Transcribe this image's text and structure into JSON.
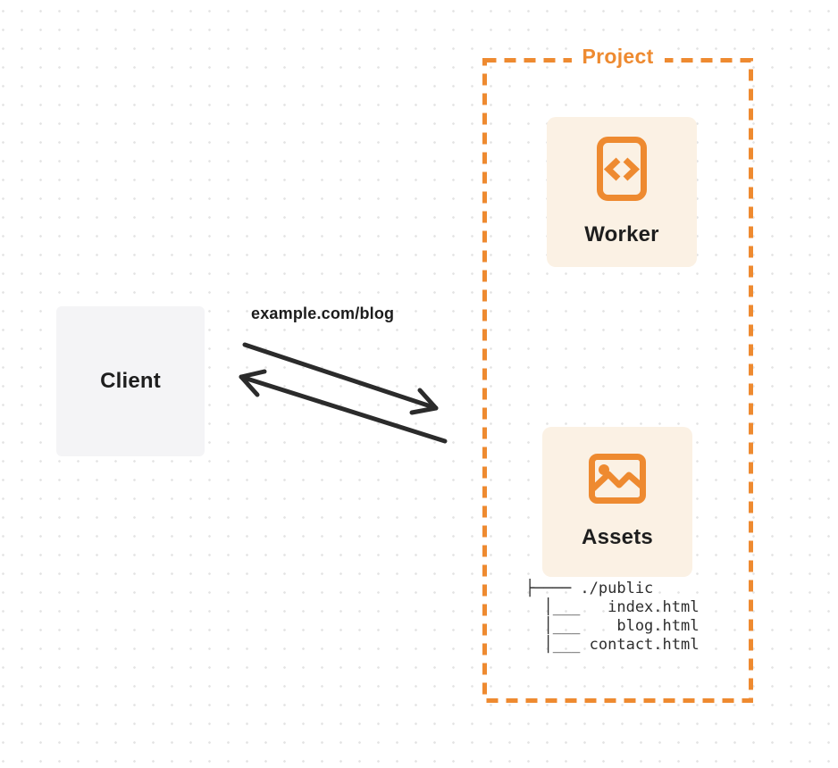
{
  "diagram": {
    "client": {
      "label": "Client"
    },
    "request_url": "example.com/blog",
    "project": {
      "label": "Project",
      "worker": {
        "label": "Worker",
        "icon": "code-file-icon"
      },
      "assets": {
        "label": "Assets",
        "icon": "image-icon",
        "tree_lines": [
          "├──── ./public",
          "  │___   index.html",
          "  │___    blog.html",
          "  │___ contact.html"
        ]
      }
    }
  },
  "colors": {
    "accent_orange": "#EE8A30",
    "card_background": "#FBF1E4",
    "client_background": "#F4F4F6",
    "arrow": "#2B2B2B",
    "label_text": "#1E1E1E",
    "tree_text": "#2E2E2E",
    "background_dot": "#E3E3E3"
  }
}
